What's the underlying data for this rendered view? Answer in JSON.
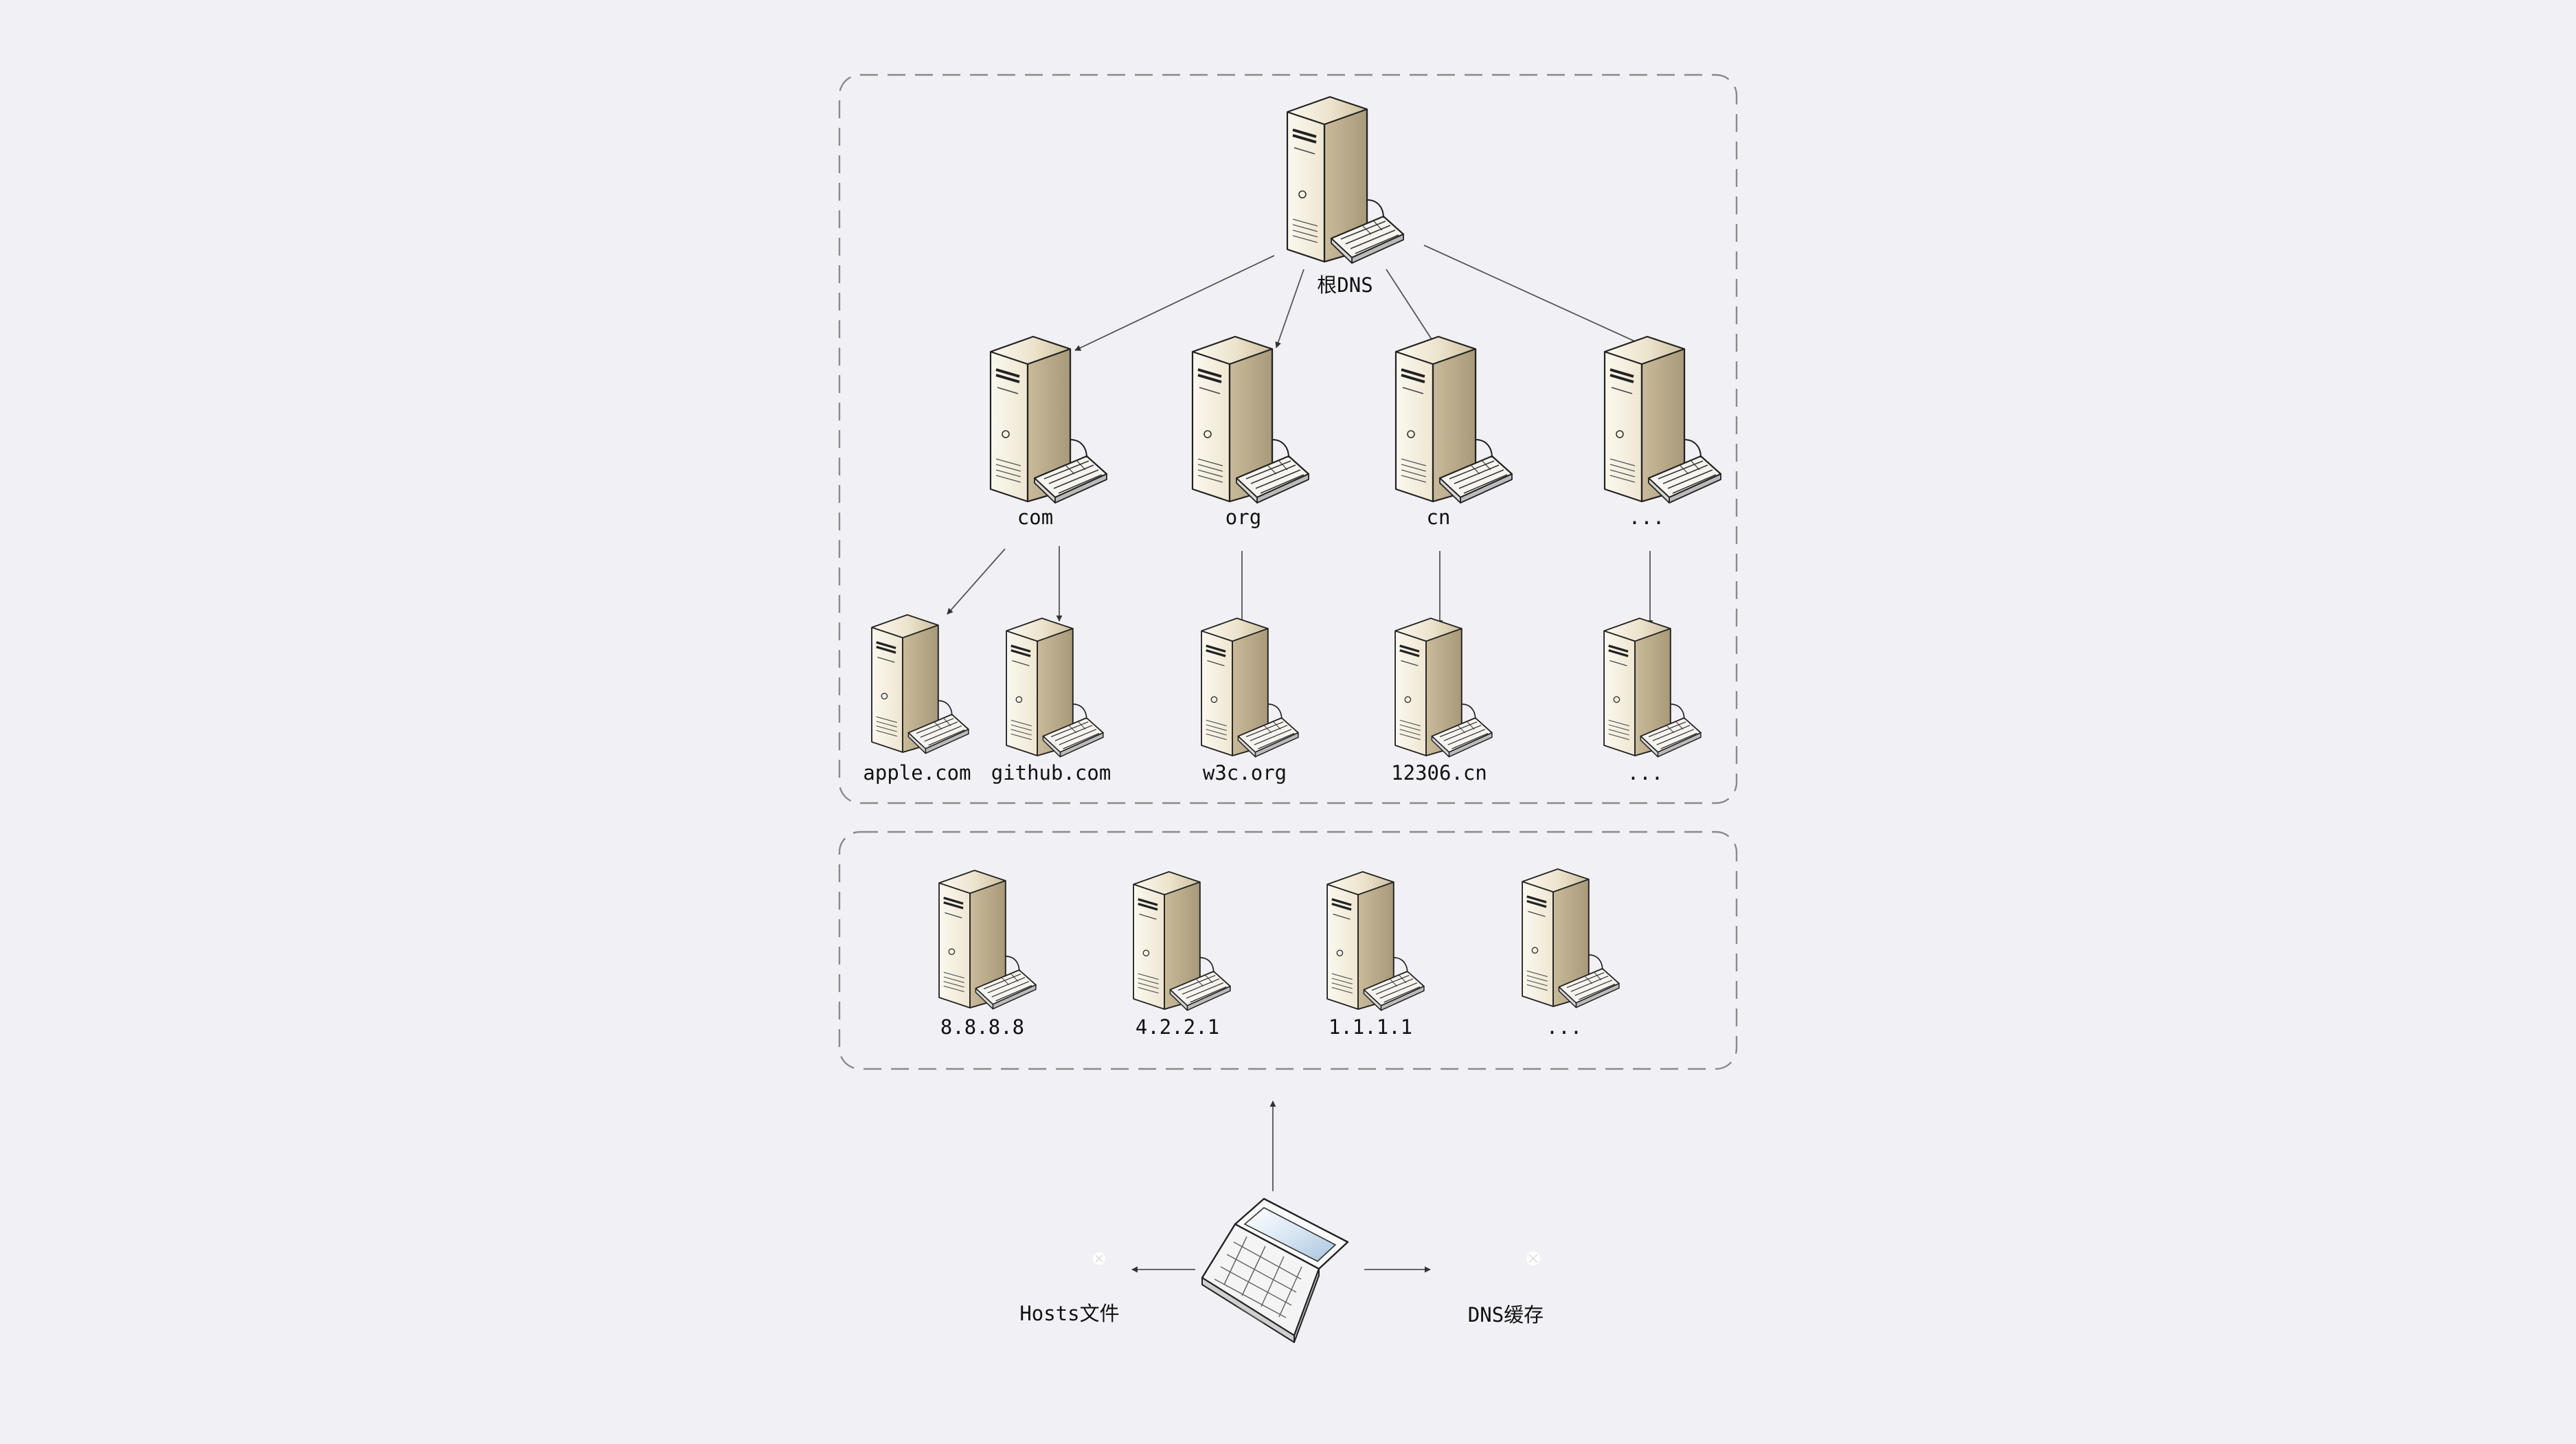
{
  "diagram": {
    "top_group": {
      "root": {
        "label": "根DNS",
        "icon": "server-icon"
      },
      "tlds": [
        {
          "id": "com",
          "label": "com",
          "icon": "server-icon"
        },
        {
          "id": "org",
          "label": "org",
          "icon": "server-icon"
        },
        {
          "id": "cn",
          "label": "cn",
          "icon": "server-icon"
        },
        {
          "id": "tld_more",
          "label": "...",
          "icon": "server-icon"
        }
      ],
      "authoritative": [
        {
          "id": "apple",
          "label": "apple.com",
          "parent": "com",
          "icon": "server-icon"
        },
        {
          "id": "github",
          "label": "github.com",
          "parent": "com",
          "icon": "server-icon"
        },
        {
          "id": "w3c",
          "label": "w3c.org",
          "parent": "org",
          "icon": "server-icon"
        },
        {
          "id": "12306",
          "label": "12306.cn",
          "parent": "cn",
          "icon": "server-icon"
        },
        {
          "id": "auth_more",
          "label": "...",
          "parent": "tld_more",
          "icon": "server-icon"
        }
      ]
    },
    "resolver_group": {
      "resolvers": [
        {
          "id": "r1",
          "label": "8.8.8.8",
          "icon": "server-icon"
        },
        {
          "id": "r2",
          "label": "4.2.2.1",
          "icon": "server-icon"
        },
        {
          "id": "r3",
          "label": "1.1.1.1",
          "icon": "server-icon"
        },
        {
          "id": "r4",
          "label": "...",
          "icon": "server-icon"
        }
      ]
    },
    "client": {
      "icon": "laptop-icon"
    },
    "local_sources": [
      {
        "id": "hosts",
        "label": "Hosts文件",
        "icon": "file-icon"
      },
      {
        "id": "cache",
        "label": "DNS缓存",
        "icon": "cache-icon"
      }
    ],
    "colors": {
      "background": "#f1f0f5",
      "server_body": "#e9e1cd",
      "server_shade": "#b7a98a",
      "group_border": "#8a8a8a"
    }
  }
}
